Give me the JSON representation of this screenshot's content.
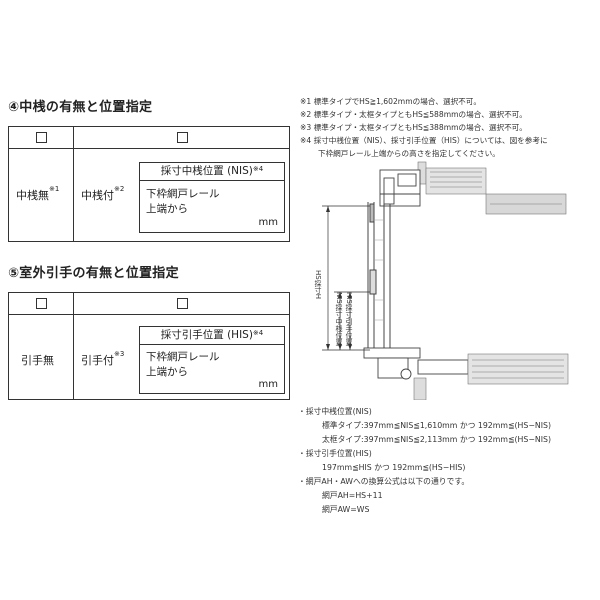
{
  "section4": {
    "title": "④中桟の有無と位置指定",
    "option_none": "中桟無",
    "option_none_note": "※1",
    "option_with": "中桟付",
    "option_with_note": "※2",
    "box_title": "採寸中桟位置 (NIS)",
    "box_title_note": "※4",
    "box_line1": "下枠網戸レール",
    "box_line2": "上端から",
    "box_unit": "mm"
  },
  "section5": {
    "title": "⑤室外引手の有無と位置指定",
    "option_none": "引手無",
    "option_with": "引手付",
    "option_with_note": "※3",
    "box_title": "採寸引手位置 (HIS)",
    "box_title_note": "※4",
    "box_line1": "下枠網戸レール",
    "box_line2": "上端から",
    "box_unit": "mm"
  },
  "notes": [
    "※1 標準タイプでHS≧1,602mmの場合、選択不可。",
    "※2 標準タイプ・太框タイプともHS≦588mmの場合、選択不可。",
    "※3 標準タイプ・太框タイプともHS≦388mmの場合、選択不可。",
    "※4 採寸中桟位置（NIS）、採寸引手位置（HIS）については、図を参考に",
    "下枠網戸レール上端からの高さを指定してください。"
  ],
  "diagram": {
    "label_hs": "HS採寸H",
    "label_nis": "NIS採寸中桟位置",
    "label_his": "HIS採寸引手位置"
  },
  "specs": {
    "nis_heading": "・採寸中桟位置(NIS)",
    "nis_standard": "標準タイプ:397mm≦NIS≦1,610mm かつ 192mm≦(HS−NIS)",
    "nis_thick": "太框タイプ:397mm≦NIS≦2,113mm かつ 192mm≦(HS−NIS)",
    "his_heading": "・採寸引手位置(HIS)",
    "his_range": "197mm≦HIS かつ 192mm≦(HS−HIS)",
    "conv_heading": "・網戸AH・AWへの換算公式は以下の通りです。",
    "conv_ah": "網戸AH=HS+11",
    "conv_aw": "網戸AW=WS"
  }
}
